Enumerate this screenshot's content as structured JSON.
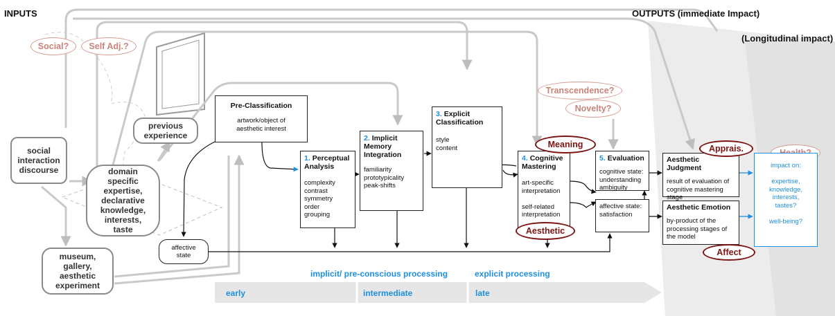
{
  "headers": {
    "inputs": "INPUTS",
    "outputs": "OUTPUTS (immediate Impact)",
    "longitudinal": "(Longitudinal impact)"
  },
  "inputs": {
    "social": "social\ninteraction\ndiscourse",
    "previous": "previous\nexperience",
    "domain": "domain\nspecific\nexpertise,\ndeclarative\nknowledge,\ninterests,\ntaste",
    "museum": "museum,\ngallery,\naesthetic\nexperiment",
    "affective": "affective\nstate"
  },
  "ovals": {
    "social": "Social?",
    "self_adj": "Self Adj.?",
    "transcendence": "Transcendence?",
    "novelty": "Novelty?",
    "meaning": "Meaning",
    "aesthetic": "Aesthetic",
    "apprais": "Apprais.",
    "affect": "Affect",
    "health": "Health?"
  },
  "boxes": {
    "preclass": {
      "title": "Pre-Classification",
      "text": "artwork/object of\naesthetic interest"
    },
    "perceptual": {
      "num": "1.",
      "title": "Perceptual\nAnalysis",
      "text": "complexity\ncontrast\nsymmetry\norder\ngrouping"
    },
    "implicit": {
      "num": "2.",
      "title": "Implicit\nMemory\nIntegration",
      "text": "familiarity\nprototypicality\npeak-shifts"
    },
    "explicit": {
      "num": "3.",
      "title": "Explicit\nClassification",
      "text": "style\ncontent"
    },
    "cognitive": {
      "num": "4.",
      "title": "Cognitive\nMastering",
      "text": "art-specific\ninterpretation\n\nself-related\ninterpretation"
    },
    "evaluation": {
      "num": "5.",
      "title": "Evaluation",
      "text1": "cognitive state:\nunderstanding\nambiguity",
      "text2": "affective state:\nsatisfaction"
    },
    "judgment": {
      "title": "Aesthetic Judgment",
      "text": "result of evaluation of\ncognitive mastering\nstage"
    },
    "emotion": {
      "title": "Aesthetic Emotion",
      "text": "by-product of the\nprocessing stages of\nthe model"
    },
    "impact": {
      "text": "impact on:\n\nexpertise,\nknowledge,\ninterests,\ntastes?\n\nwell-being?"
    }
  },
  "processing": {
    "implicit": "implicit/ pre-conscious processing",
    "explicit": "explicit processing",
    "stages": [
      "early",
      "intermediate",
      "late"
    ]
  }
}
